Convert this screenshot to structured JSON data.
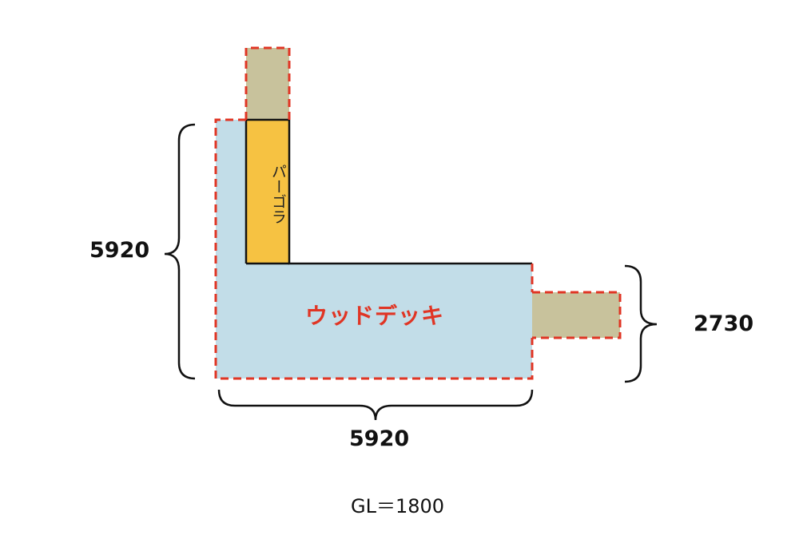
{
  "labels": {
    "deck": "ウッドデッキ",
    "pergola": "パーゴラ",
    "dimension_left": "5920",
    "dimension_bottom": "5920",
    "dimension_right": "2730",
    "ground_level": "GL＝1800"
  },
  "colors": {
    "deck_fill": "#c2dde8",
    "pergola_fill": "#f6c242",
    "extension_fill": "#c8c29c",
    "dashed_outline": "#e03524",
    "solid_outline": "#111111",
    "deck_label_color": "#e03524"
  }
}
